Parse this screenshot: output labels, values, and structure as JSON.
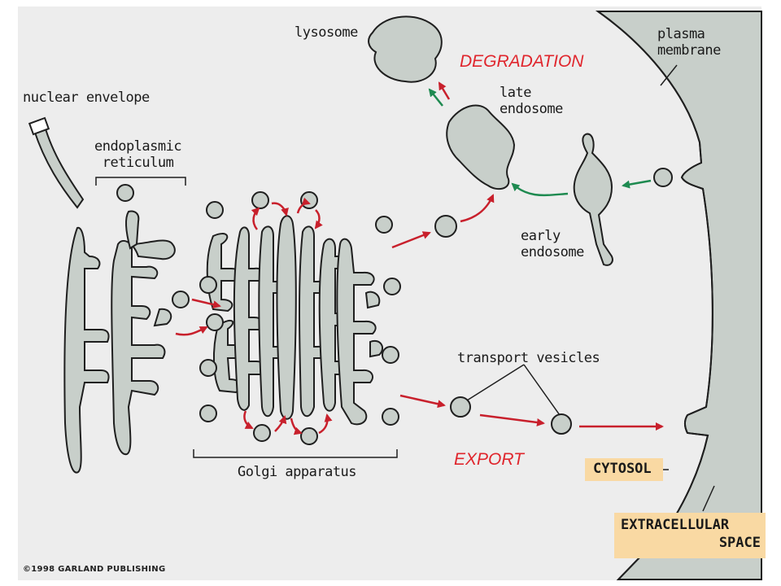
{
  "labels": {
    "lysosome": "lysosome",
    "plasma_membrane_1": "plasma",
    "plasma_membrane_2": "membrane",
    "degradation": "DEGRADATION",
    "late_endosome_1": "late",
    "late_endosome_2": "endosome",
    "nuclear_envelope": "nuclear envelope",
    "er_1": "endoplasmic",
    "er_2": "reticulum",
    "early_endosome_1": "early",
    "early_endosome_2": "endosome",
    "transport_vesicles": "transport vesicles",
    "export": "EXPORT",
    "golgi": "Golgi apparatus",
    "cytosol": "CYTOSOL",
    "extracellular_1": "EXTRACELLULAR",
    "extracellular_2": "SPACE",
    "copyright": "©1998 GARLAND PUBLISHING"
  },
  "colors": {
    "organelle_fill": "#c8cfca",
    "outline": "#1f1f1f",
    "arrow_red": "#c8202c",
    "arrow_green": "#1e8a50",
    "label_caps": "#e0262d",
    "box_fill": "#f9d9a3",
    "cytosol_bg": "#ededed"
  }
}
